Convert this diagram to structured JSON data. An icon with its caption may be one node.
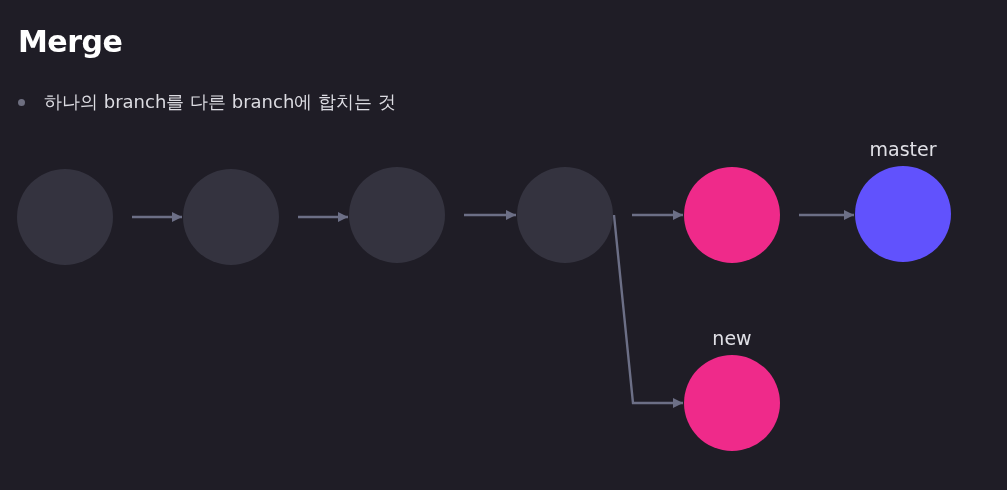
{
  "diagram": {
    "title": "Merge",
    "nodes": [
      {
        "text": [],
        "shape": "circle"
      },
      {
        "text": [],
        "shape": "circle"
      },
      {
        "text": [],
        "shape": "circle"
      },
      {
        "text": [],
        "shape": "circle"
      },
      {
        "text": [],
        "shape": "circle"
      },
      {
        "text": [],
        "shape": "circle",
        "beside": [
          "master"
        ]
      },
      {
        "text": [],
        "shape": "circle",
        "beside": [
          "new"
        ]
      }
    ],
    "edges": [
      {
        "from": 0,
        "to": 1,
        "arrow": "to"
      },
      {
        "from": 1,
        "to": 2,
        "arrow": "to"
      },
      {
        "from": 2,
        "to": 3,
        "arrow": "to"
      },
      {
        "from": 3,
        "to": 4,
        "arrow": "to"
      },
      {
        "from": 4,
        "to": 5,
        "arrow": "to"
      },
      {
        "from": 3,
        "to": 6,
        "arrow": "to"
      }
    ],
    "labels": [
      "하나의 branch를 다른 branch에 합치는 것"
    ]
  }
}
